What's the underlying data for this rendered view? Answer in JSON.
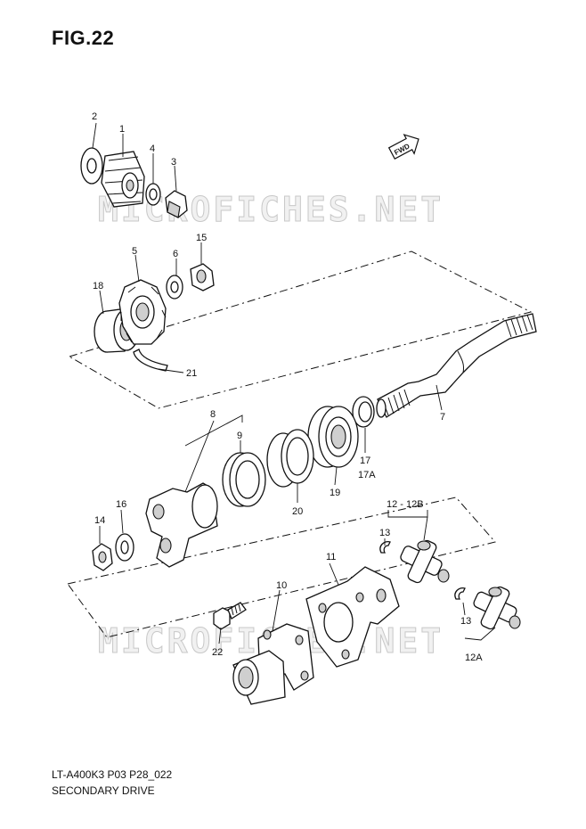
{
  "figure": {
    "title": "FIG.22",
    "code": "LT-A400K3 P03 P28_022",
    "name": "SECONDARY DRIVE"
  },
  "watermark": {
    "text": "MICROFICHES.NET",
    "color": "#c8c8c8"
  },
  "direction_tag": {
    "text": "FWD"
  },
  "callouts": [
    {
      "id": "2",
      "label": "2"
    },
    {
      "id": "1",
      "label": "1"
    },
    {
      "id": "4",
      "label": "4"
    },
    {
      "id": "3",
      "label": "3"
    },
    {
      "id": "5",
      "label": "5"
    },
    {
      "id": "6",
      "label": "6"
    },
    {
      "id": "15",
      "label": "15"
    },
    {
      "id": "18",
      "label": "18"
    },
    {
      "id": "21",
      "label": "21"
    },
    {
      "id": "7",
      "label": "7"
    },
    {
      "id": "8",
      "label": "8"
    },
    {
      "id": "9",
      "label": "9"
    },
    {
      "id": "17",
      "label": "17"
    },
    {
      "id": "17A",
      "label": "17A"
    },
    {
      "id": "19",
      "label": "19"
    },
    {
      "id": "20",
      "label": "20"
    },
    {
      "id": "16",
      "label": "16"
    },
    {
      "id": "14",
      "label": "14"
    },
    {
      "id": "12-12B",
      "label": "12 - 12B"
    },
    {
      "id": "13a",
      "label": "13"
    },
    {
      "id": "11",
      "label": "11"
    },
    {
      "id": "10",
      "label": "10"
    },
    {
      "id": "22",
      "label": "22"
    },
    {
      "id": "13b",
      "label": "13"
    },
    {
      "id": "12A",
      "label": "12A"
    }
  ]
}
